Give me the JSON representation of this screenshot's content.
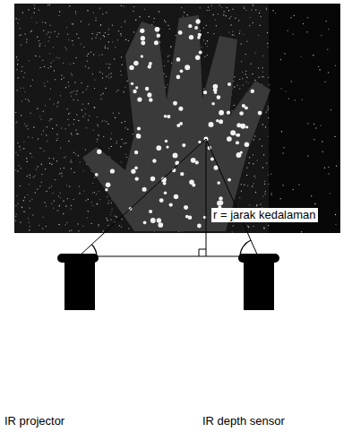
{
  "diagram": {
    "labels": [
      "r = jarak kedalaman",
      "IR projector",
      "IR depth sensor"
    ]
  }
}
